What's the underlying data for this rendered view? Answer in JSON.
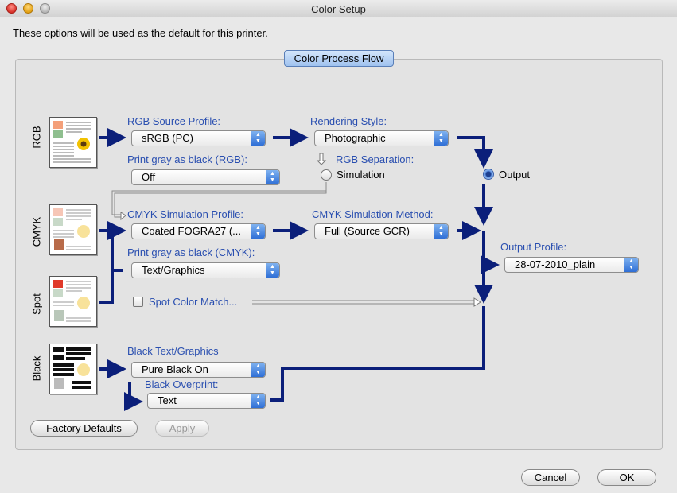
{
  "window": {
    "title": "Color Setup"
  },
  "intro_text": "These options will be used as the default for this printer.",
  "group": {
    "title": "Color Process Flow"
  },
  "rows": {
    "rgb": "RGB",
    "cmyk": "CMYK",
    "spot": "Spot",
    "black": "Black"
  },
  "rgb_source": {
    "label": "RGB Source Profile:",
    "value": "sRGB (PC)"
  },
  "print_gray_rgb": {
    "label": "Print gray as black (RGB):",
    "value": "Off"
  },
  "rendering": {
    "label": "Rendering Style:",
    "value": "Photographic"
  },
  "rgb_separation": {
    "label": "RGB Separation:",
    "simulation": "Simulation",
    "output": "Output",
    "selected": "Output"
  },
  "cmyk_sim_profile": {
    "label": "CMYK Simulation Profile:",
    "value": "Coated FOGRA27 (..."
  },
  "cmyk_sim_method": {
    "label": "CMYK Simulation Method:",
    "value": "Full (Source GCR)"
  },
  "print_gray_cmyk": {
    "label": "Print gray as black (CMYK):",
    "value": "Text/Graphics"
  },
  "spot_color_match": {
    "label": "Spot Color Match...",
    "checked": false
  },
  "output_profile": {
    "label": "Output Profile:",
    "value": "28-07-2010_plain"
  },
  "black_text": {
    "label": "Black Text/Graphics",
    "value": "Pure Black On"
  },
  "black_overprint": {
    "label": "Black Overprint:",
    "value": "Text"
  },
  "buttons": {
    "factory_defaults": "Factory Defaults",
    "apply": "Apply",
    "cancel": "Cancel",
    "ok": "OK"
  },
  "colors": {
    "flow_arrow": "#0b1f7a",
    "label_blue": "#2a4fb0",
    "tab_blue": "#9fc2ef"
  }
}
